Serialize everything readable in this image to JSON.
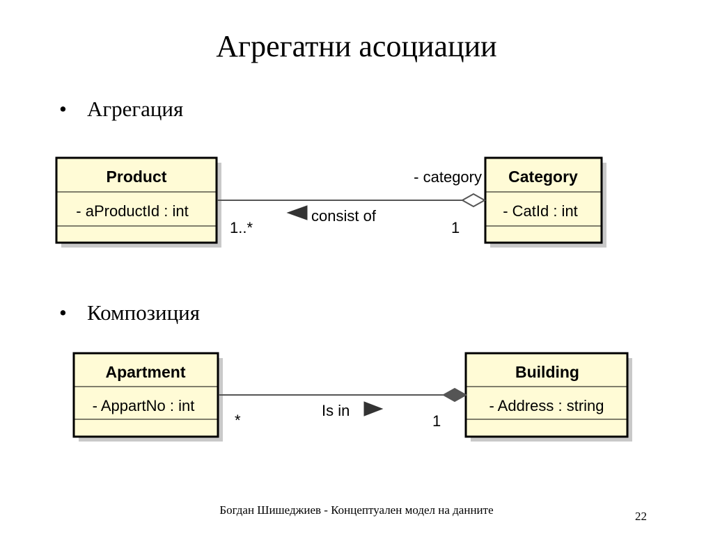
{
  "slide": {
    "title": "Агрегатни асоциации",
    "footer": "Богдан Шишеджиев - Концептуален модел на данните",
    "page_number": "22"
  },
  "bullets": [
    {
      "marker": "•",
      "text": "Агрегация"
    },
    {
      "marker": "•",
      "text": "Композиция"
    }
  ],
  "aggregation": {
    "whole_class": {
      "name": "Category",
      "attribute": "- CatId : int"
    },
    "part_class": {
      "name": "Product",
      "attribute": "- aProductId : int"
    },
    "role": "- category",
    "association_name": "consist of",
    "part_multiplicity": "1..*",
    "whole_multiplicity": "1"
  },
  "composition": {
    "whole_class": {
      "name": "Building",
      "attribute": "- Address : string"
    },
    "part_class": {
      "name": "Apartment",
      "attribute": "- AppartNo : int"
    },
    "association_name": "Is in",
    "part_multiplicity": "*",
    "whole_multiplicity": "1"
  },
  "colors": {
    "class_fill": "#fffbd6",
    "class_border": "#000000",
    "class_shadow": "#c9c9c9",
    "connector": "#555555",
    "aggregation_diamond_fill": "#ffffff",
    "composition_diamond_fill": "#555555"
  }
}
